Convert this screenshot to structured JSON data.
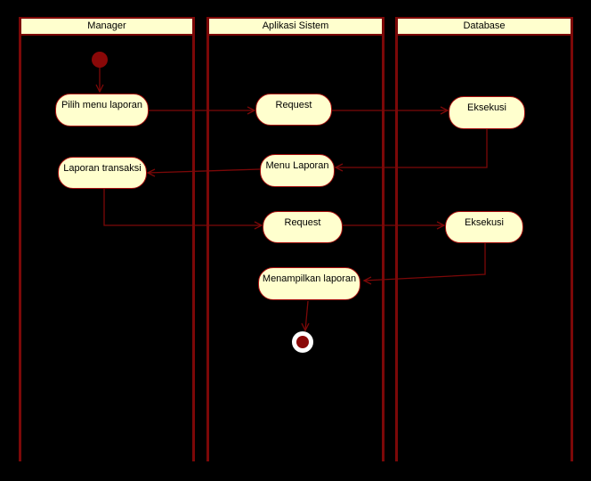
{
  "diagram": {
    "type": "uml-activity-swimlane",
    "lanes": [
      {
        "id": "manager",
        "label": "Manager"
      },
      {
        "id": "aplikasi-sistem",
        "label": "Aplikasi Sistem"
      },
      {
        "id": "database",
        "label": "Database"
      }
    ],
    "nodes": {
      "start": {
        "type": "initial-node",
        "lane": "Manager",
        "label": ""
      },
      "pilih_menu_laporan": {
        "type": "activity",
        "lane": "Manager",
        "label": "Pilih menu laporan"
      },
      "request_1": {
        "type": "activity",
        "lane": "Aplikasi Sistem",
        "label": "Request"
      },
      "eksekusi_1": {
        "type": "activity",
        "lane": "Database",
        "label": "Eksekusi"
      },
      "menu_laporan": {
        "type": "activity",
        "lane": "Aplikasi Sistem",
        "label": "Menu Laporan"
      },
      "laporan_transaksi": {
        "type": "activity",
        "lane": "Manager",
        "label": "Laporan transaksi"
      },
      "request_2": {
        "type": "activity",
        "lane": "Aplikasi Sistem",
        "label": "Request"
      },
      "eksekusi_2": {
        "type": "activity",
        "lane": "Database",
        "label": "Eksekusi"
      },
      "menampilkan_laporan": {
        "type": "activity",
        "lane": "Aplikasi Sistem",
        "label": "Menampilkan laporan"
      },
      "end": {
        "type": "final-node",
        "lane": "Aplikasi Sistem",
        "label": ""
      }
    },
    "edges": [
      {
        "from": "start",
        "to": "pilih_menu_laporan"
      },
      {
        "from": "pilih_menu_laporan",
        "to": "request_1"
      },
      {
        "from": "request_1",
        "to": "eksekusi_1"
      },
      {
        "from": "eksekusi_1",
        "to": "menu_laporan"
      },
      {
        "from": "menu_laporan",
        "to": "laporan_transaksi"
      },
      {
        "from": "laporan_transaksi",
        "to": "request_2"
      },
      {
        "from": "request_2",
        "to": "eksekusi_2"
      },
      {
        "from": "eksekusi_2",
        "to": "menampilkan_laporan"
      },
      {
        "from": "menampilkan_laporan",
        "to": "end"
      }
    ],
    "colors": {
      "background": "#000000",
      "lane_border": "#7C0808",
      "connector": "#7C0808",
      "node_fill": "#FFFFCE",
      "node_border": "#A81010",
      "header_fill": "#FFFFCE",
      "text": "#000000",
      "start_node_fill": "#8A0808",
      "end_node_ring": "#FFFFFF",
      "end_node_core": "#8A0808"
    }
  }
}
